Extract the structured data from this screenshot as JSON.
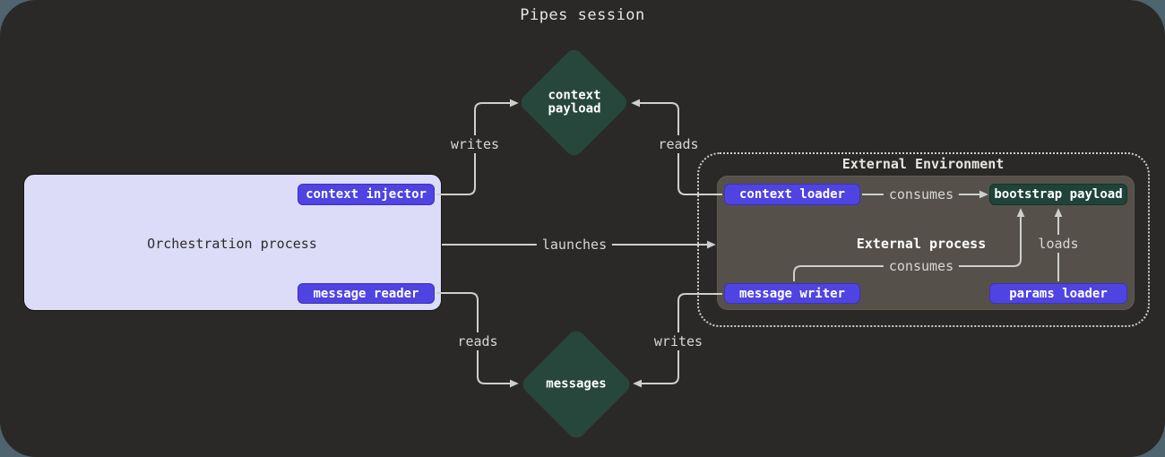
{
  "title": "Pipes session",
  "diagram": {
    "context_payload": "context\npayload",
    "messages": "messages",
    "orchestration": {
      "label": "Orchestration process",
      "context_injector": "context injector",
      "message_reader": "message reader"
    },
    "external": {
      "label": "External Environment",
      "process_label": "External process",
      "context_loader": "context loader",
      "bootstrap_payload": "bootstrap payload",
      "message_writer": "message writer",
      "params_loader": "params loader"
    },
    "edge_labels": {
      "writes_top": "writes",
      "reads_top": "reads",
      "launches": "launches",
      "consumes_top": "consumes",
      "consumes_bottom": "consumes",
      "loads": "loads",
      "reads_bottom": "reads",
      "writes_bottom": "writes"
    }
  },
  "colors": {
    "page_background": "#4e646e",
    "canvas_background": "#2b2927",
    "accent_purple": "#4f43e2",
    "node_green": "#1f4339",
    "diamond_green": "#27463c",
    "orchestration_fill": "#dcdcf8",
    "cluster_gray": "#55514a",
    "line_gray": "#cfcfcb"
  }
}
